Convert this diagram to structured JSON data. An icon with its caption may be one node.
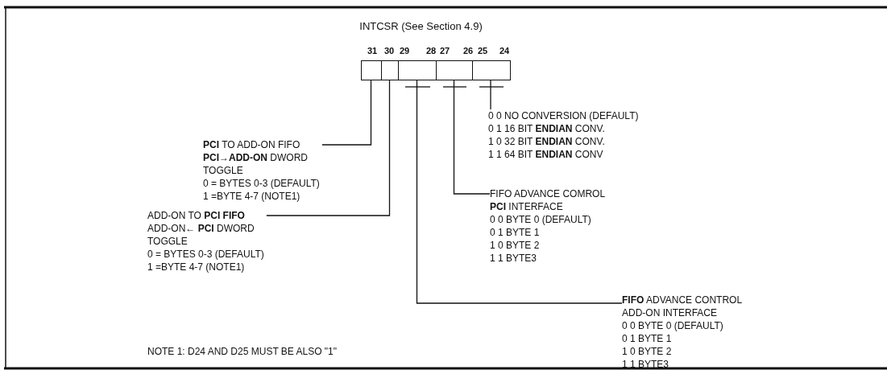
{
  "diagram": {
    "title": "INTCSR (See Section 4.9)",
    "nodes": [
      {
        "text": [],
        "shape": "box",
        "beside": [
          "31"
        ]
      },
      {
        "text": [],
        "shape": "box",
        "beside": [
          "30"
        ]
      },
      {
        "text": [],
        "shape": "box",
        "beside": [
          "29",
          "28"
        ]
      },
      {
        "text": [],
        "shape": "box",
        "beside": [
          "27",
          "26"
        ]
      },
      {
        "text": [],
        "shape": "box",
        "beside": [
          "25",
          "24"
        ]
      },
      {
        "text": [
          "0 0 NO CONVERSION (DEFAULT)",
          "0 1 16 BIT **ENDIAN** CONV.",
          "1 0 32 BIT **ENDIAN** CONV.",
          "1 1 64 BIT **ENDIAN** CONV"
        ]
      },
      {
        "text": [
          "**PCI** TO ADD-ON FIFO",
          "**PCI→ADD-ON** DWORD",
          "TOGGLE",
          "0 = BYTES 0-3 (DEFAULT)",
          "1 =BYTE 4-7 (NOTE1)"
        ]
      },
      {
        "text": [
          "FIFO ADVANCE COMROL",
          "**PCI** INTERFACE",
          "0 0 BYTE 0 (DEFAULT)",
          "0 1 BYTE 1",
          "1 0 BYTE 2",
          "1 1 BYTE3"
        ]
      },
      {
        "text": [
          "ADD-ON TO **PCI FIFO**",
          "ADD-ON← **PCI** DWORD",
          "TOGGLE",
          "0 = BYTES 0-3 (DEFAULT)",
          "1 =BYTE 4-7 (NOTE1)"
        ]
      },
      {
        "text": [
          "**FIFO** ADVANCE CONTROL",
          "ADD-ON INTERFACE",
          "0 0 BYTE 0 (DEFAULT)",
          "0 1 BYTE 1",
          "1 0 BYTE 2",
          "1 1 BYTE3"
        ]
      }
    ],
    "edges": [
      {
        "from": 0,
        "to": 6,
        "arrow": "none"
      },
      {
        "from": 1,
        "to": 8,
        "arrow": "none"
      },
      {
        "from": 2,
        "to": 9,
        "arrow": "none"
      },
      {
        "from": 3,
        "to": 7,
        "arrow": "none"
      },
      {
        "from": 4,
        "to": 5,
        "arrow": "none"
      }
    ],
    "labels": [
      "NOTE 1: D24 AND D25 MUST BE ALSO \"1\""
    ]
  }
}
